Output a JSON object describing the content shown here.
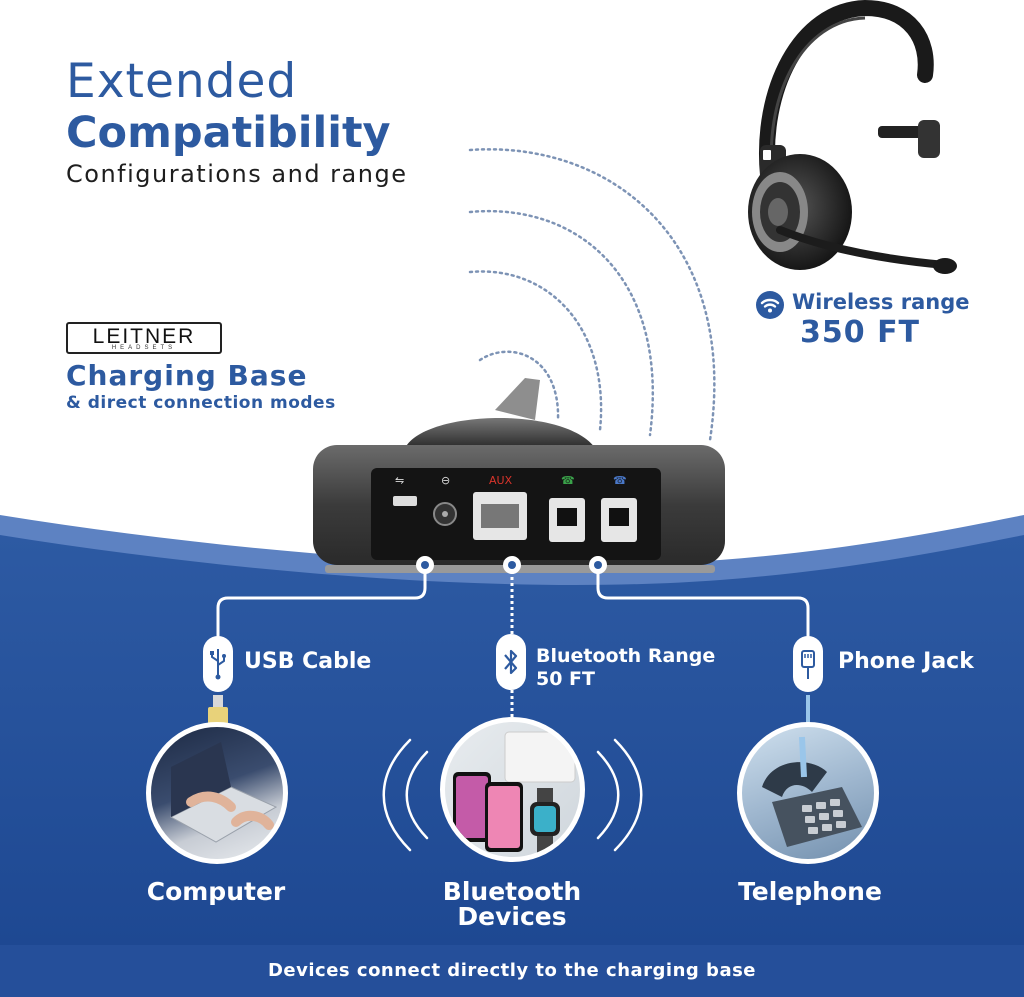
{
  "heading": {
    "line1": "Extended",
    "line2": "Compatibility",
    "line3": "Configurations and range"
  },
  "logo": {
    "brand": "LEITNER",
    "tagline": "HEADSETS"
  },
  "base": {
    "title": "Charging Base",
    "subtitle": "& direct connection modes"
  },
  "wireless": {
    "label": "Wireless range",
    "value": "350 FT"
  },
  "ports": {
    "aux": "AUX"
  },
  "connections": {
    "usb": "USB Cable",
    "bluetooth_line1": "Bluetooth Range",
    "bluetooth_line2": "50 FT",
    "phone": "Phone Jack"
  },
  "devices": {
    "computer": "Computer",
    "bluetooth_line1": "Bluetooth",
    "bluetooth_line2": "Devices",
    "telephone": "Telephone"
  },
  "footer": "Devices connect directly to the charging base",
  "colors": {
    "primary_blue": "#2d5aa0",
    "panel_blue": "#1f4c96",
    "footer_blue": "#254f9a"
  }
}
